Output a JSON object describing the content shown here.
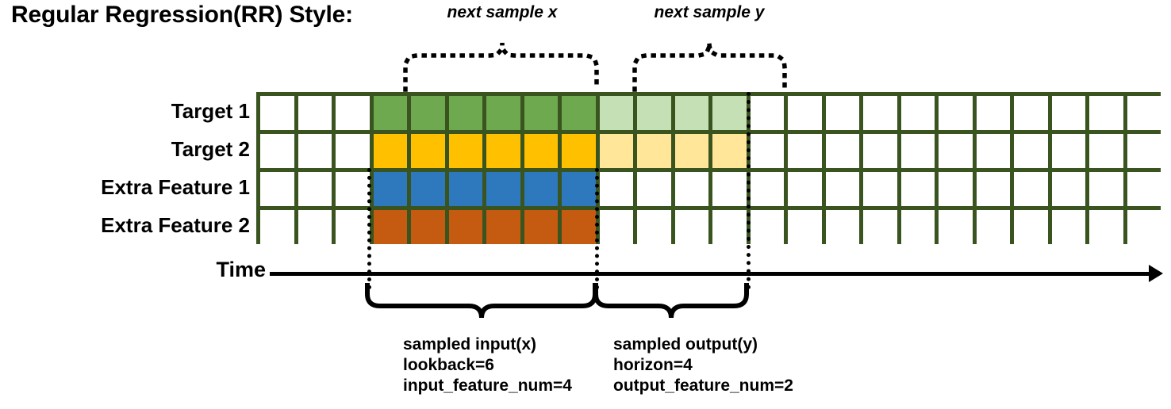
{
  "title": "Regular Regression(RR) Style:",
  "rows": [
    {
      "label": "Target 1",
      "color_key": "green",
      "light_key": "light_green"
    },
    {
      "label": "Target 2",
      "color_key": "yellow",
      "light_key": "light_yellow"
    },
    {
      "label": "Extra Feature 1",
      "color_key": "blue",
      "light_key": null
    },
    {
      "label": "Extra Feature 2",
      "color_key": "orange",
      "light_key": null
    }
  ],
  "grid": {
    "columns": 24,
    "rows": 4,
    "input_start_col": 3,
    "input_end_col": 9,
    "output_start_col": 9,
    "output_end_col": 13,
    "border_color": "#3a5420"
  },
  "colors": {
    "green": "#6ea84f",
    "light_green": "#c5e0b4",
    "yellow": "#ffc000",
    "light_yellow": "#ffe699",
    "blue": "#2e79bd",
    "orange": "#c55a11",
    "grid_border": "#3a5420",
    "white": "#ffffff",
    "black": "#000000"
  },
  "time_axis": {
    "label": "Time"
  },
  "top_annotations": [
    {
      "text": "next sample x"
    },
    {
      "text": "next sample y"
    }
  ],
  "bottom_annotations": [
    {
      "line1": "sampled input(x)",
      "line2": "lookback=6",
      "line3": "input_feature_num=4"
    },
    {
      "line1": "sampled output(y)",
      "line2": "horizon=4",
      "line3": "output_feature_num=2"
    }
  ]
}
